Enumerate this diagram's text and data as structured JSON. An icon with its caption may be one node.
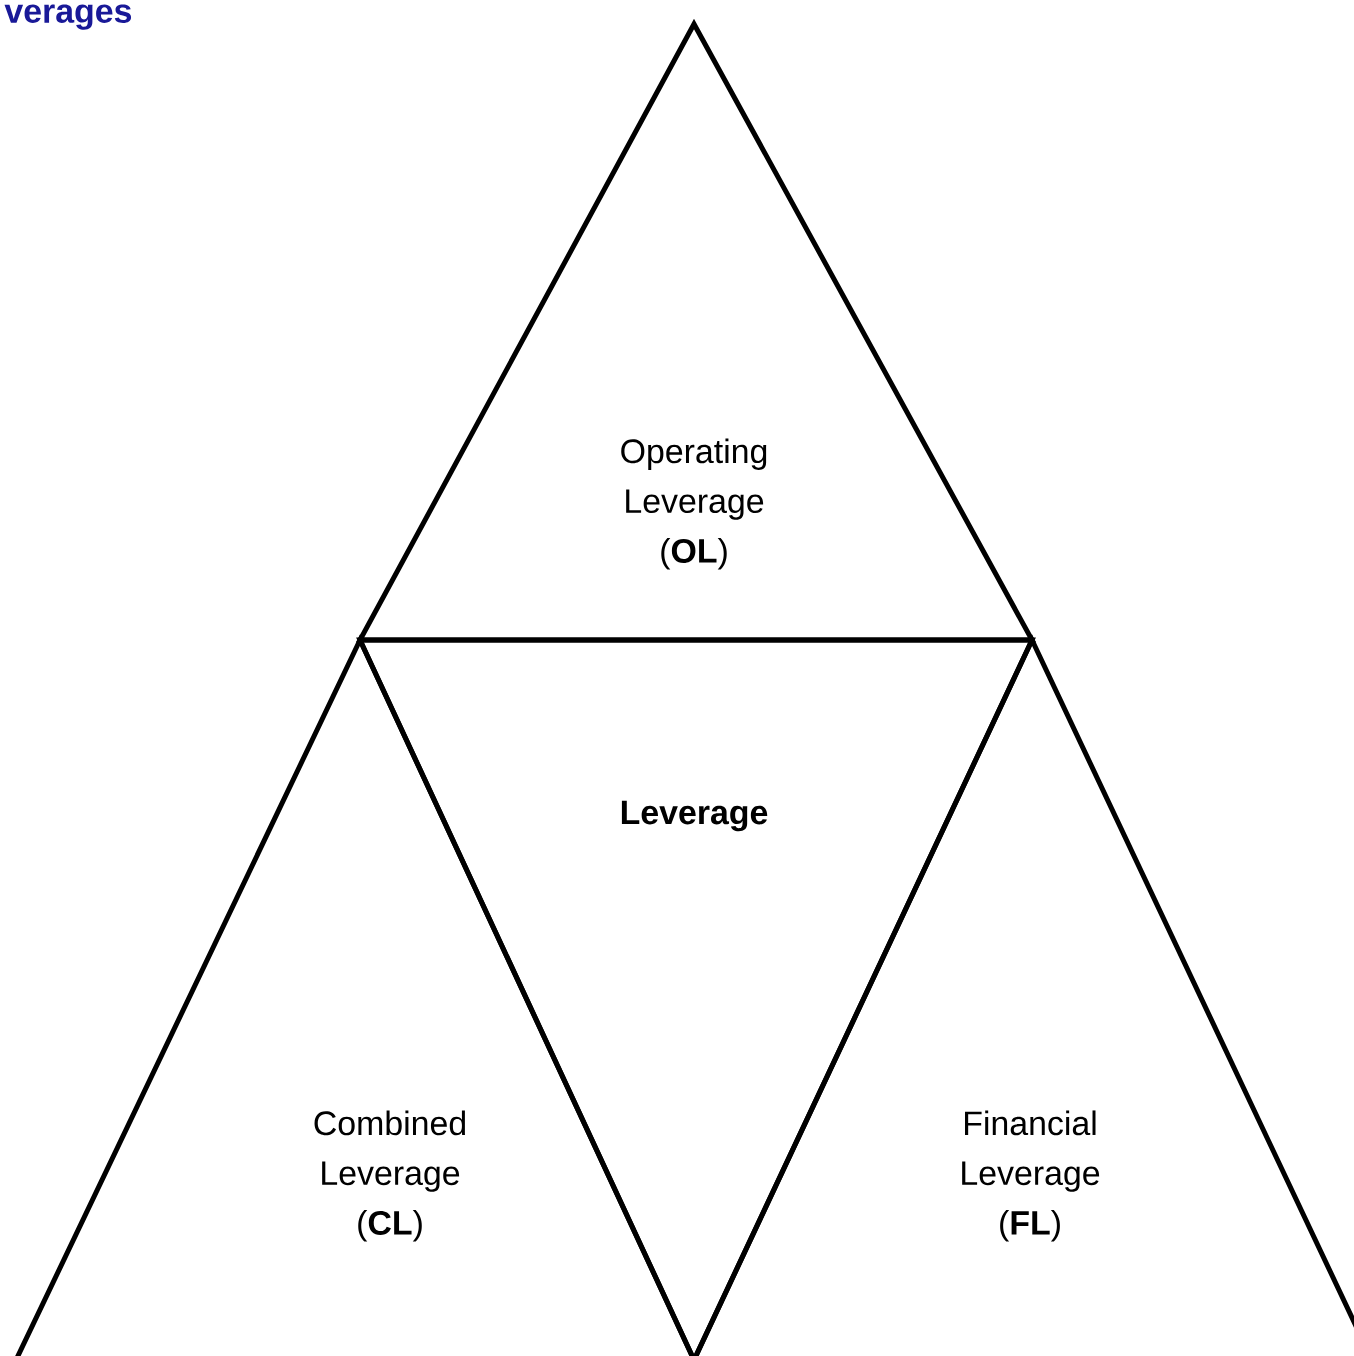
{
  "diagram": {
    "title": "verages",
    "nodes": [
      {
        "text": [
          "Operating Leverage (**OL**)"
        ]
      },
      {
        "text": [
          "Leverage"
        ]
      },
      {
        "text": [
          "Combined Leverage (**CL**)"
        ]
      },
      {
        "text": [
          "Financial Leverage (**FL**)"
        ]
      }
    ]
  }
}
